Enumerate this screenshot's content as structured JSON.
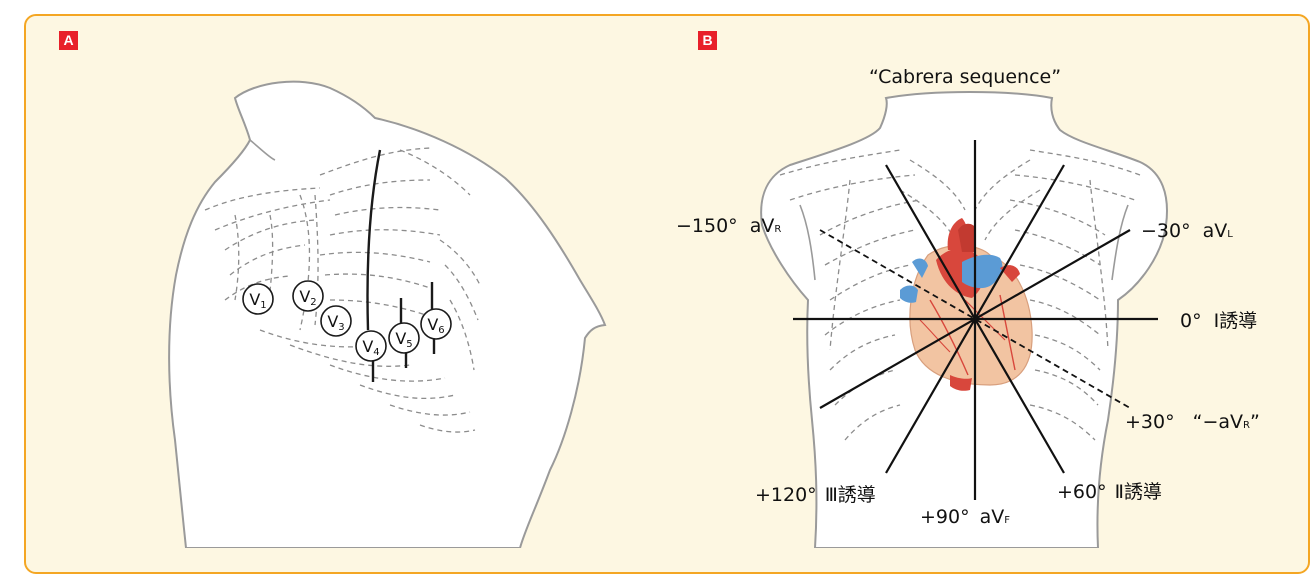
{
  "panels": {
    "a": {
      "tag": "A"
    },
    "b": {
      "tag": "B"
    }
  },
  "electrodes": [
    {
      "main": "V",
      "sub": "1"
    },
    {
      "main": "V",
      "sub": "2"
    },
    {
      "main": "V",
      "sub": "3"
    },
    {
      "main": "V",
      "sub": "4"
    },
    {
      "main": "V",
      "sub": "5"
    },
    {
      "main": "V",
      "sub": "6"
    }
  ],
  "title": "“Cabrera sequence”",
  "leads": {
    "avr_neg150": {
      "deg": "−150°",
      "lead": "aV",
      "sub": "R"
    },
    "avl_neg30": {
      "deg": "−30°",
      "lead": "aV",
      "sub": "L"
    },
    "lead1_0": {
      "deg": "0°",
      "lead": "Ⅰ誘導"
    },
    "neg_avr_30": {
      "deg": "+30°",
      "lead": "“−aV",
      "sub": "R",
      "tail": "”"
    },
    "lead2_60": {
      "deg": "+60°",
      "lead": "Ⅱ誘導"
    },
    "avf_90": {
      "deg": "+90°",
      "lead": "aV",
      "sub": "F"
    },
    "lead3_120": {
      "deg": "+120°",
      "lead": "Ⅲ誘導"
    }
  },
  "colors": {
    "frame_border": "#f4a623",
    "frame_fill": "#fdf7e2",
    "tag": "#e8202a",
    "heart_red": "#d8473c",
    "vessel_blue": "#5b9bd5",
    "heart_muscle": "#f2c4a2"
  }
}
